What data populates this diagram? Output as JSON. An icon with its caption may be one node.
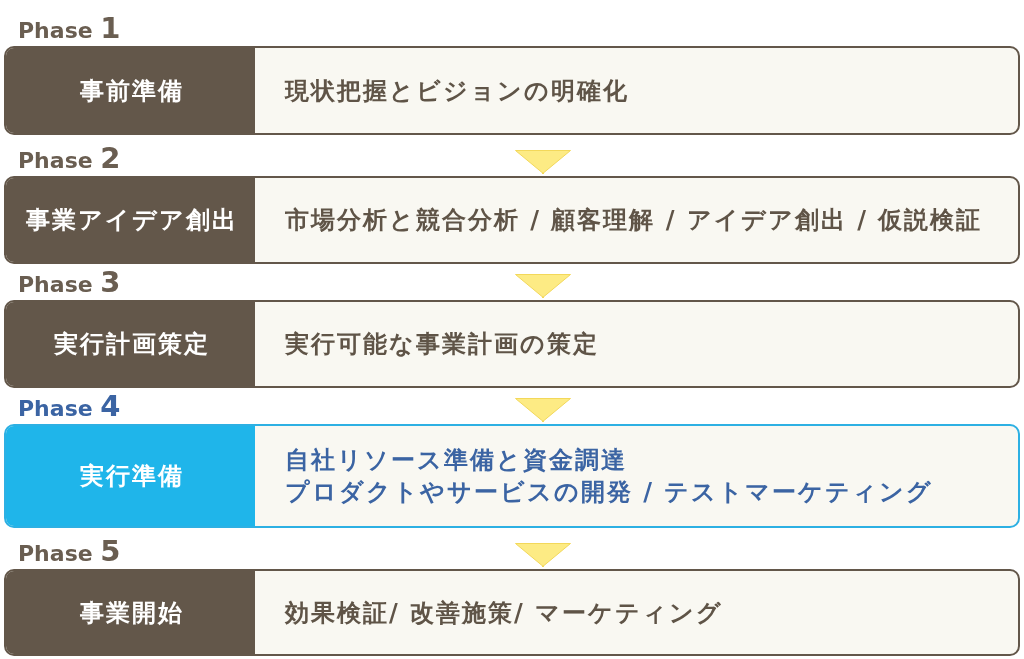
{
  "diagram": {
    "nodes": [
      {
        "text": [
          "Phase 1"
        ]
      },
      {
        "text": [
          "事前準備"
        ],
        "in": 0
      },
      {
        "text": [
          "現状把握とビジョンの明確化"
        ],
        "in": 0
      },
      {
        "text": [
          "Phase 2"
        ]
      },
      {
        "text": [
          "事業アイデア創出"
        ],
        "in": 3
      },
      {
        "text": [
          "市場分析と競合分析 / 顧客理解 / アイデア創出 / 仮説検証"
        ],
        "in": 3
      },
      {
        "text": [
          "Phase 3"
        ]
      },
      {
        "text": [
          "実行計画策定"
        ],
        "in": 6
      },
      {
        "text": [
          "実行可能な事業計画の策定"
        ],
        "in": 6
      },
      {
        "text": [
          "Phase 4"
        ]
      },
      {
        "text": [
          "実行準備"
        ],
        "in": 9
      },
      {
        "text": [
          "自社リソース準備と資金調達",
          "プロダクトやサービスの開発 / テストマーケティング"
        ],
        "in": 9
      },
      {
        "text": [
          "Phase 5"
        ]
      },
      {
        "text": [
          "事業開始"
        ],
        "in": 12
      },
      {
        "text": [
          "効果検証/ 改善施策/ マーケティング"
        ],
        "in": 12
      }
    ],
    "edges": [
      {
        "from": 0,
        "to": 3,
        "arrow": "to"
      },
      {
        "from": 3,
        "to": 6,
        "arrow": "to"
      },
      {
        "from": 6,
        "to": 9,
        "arrow": "to"
      },
      {
        "from": 9,
        "to": 12,
        "arrow": "to"
      }
    ]
  }
}
